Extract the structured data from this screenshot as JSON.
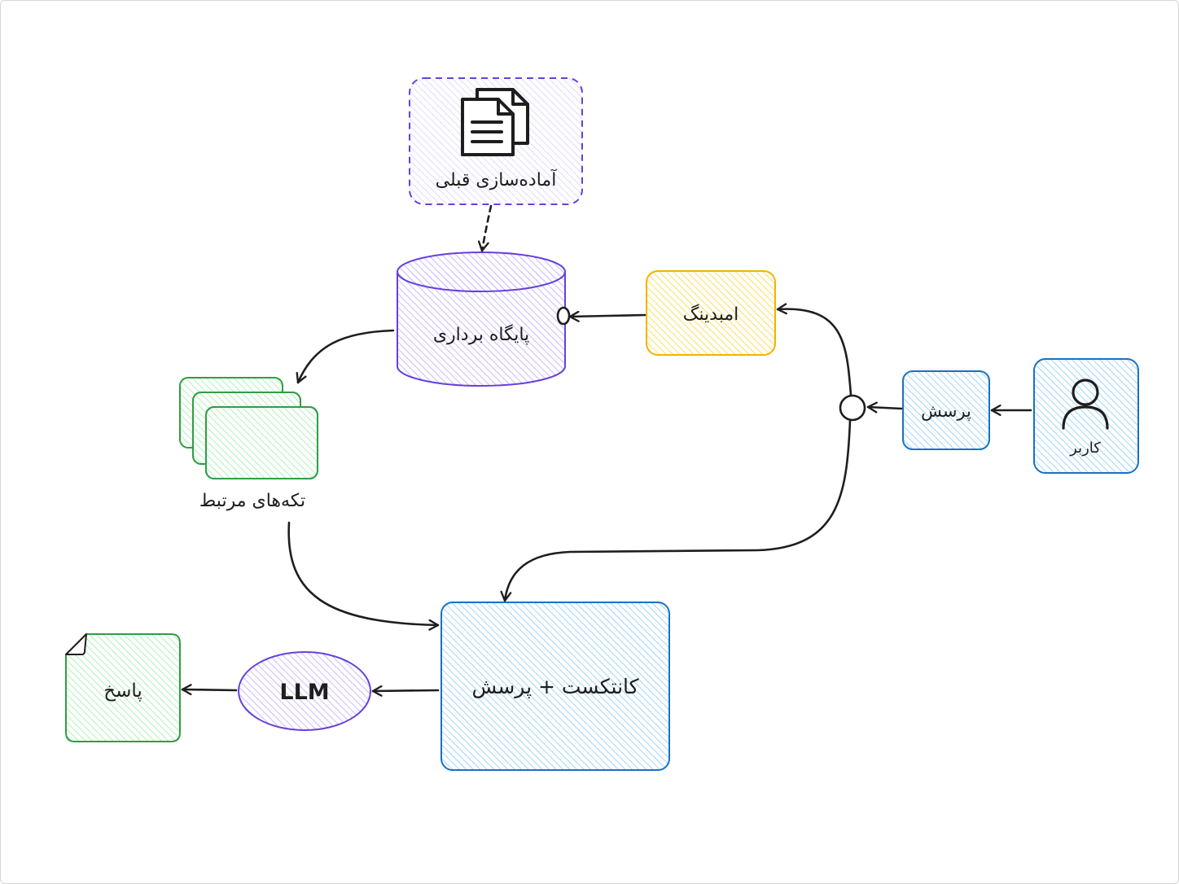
{
  "nodes": {
    "preprocess": {
      "label": "آماده‌سازی قبلی"
    },
    "vector_db": {
      "label": "پایگاه برداری"
    },
    "embedding": {
      "label": "امبدینگ"
    },
    "query": {
      "label": "پرسش"
    },
    "user": {
      "label": "کاربر"
    },
    "chunks": {
      "label": "تکه‌های مرتبط"
    },
    "context_query": {
      "label": "کانتکست + پرسش"
    },
    "llm": {
      "label": "LLM"
    },
    "answer": {
      "label": "پاسخ"
    }
  },
  "colors": {
    "purple_stroke": "#6741d9",
    "purple_fill": "#d0bfff",
    "yellow_stroke": "#f0b400",
    "yellow_fill": "#ffec99",
    "blue_stroke": "#1971c2",
    "blue_fill": "#a5d8ff",
    "green_stroke": "#2f9e44",
    "green_fill": "#b2f2bb",
    "ink": "#1e1e1e"
  }
}
